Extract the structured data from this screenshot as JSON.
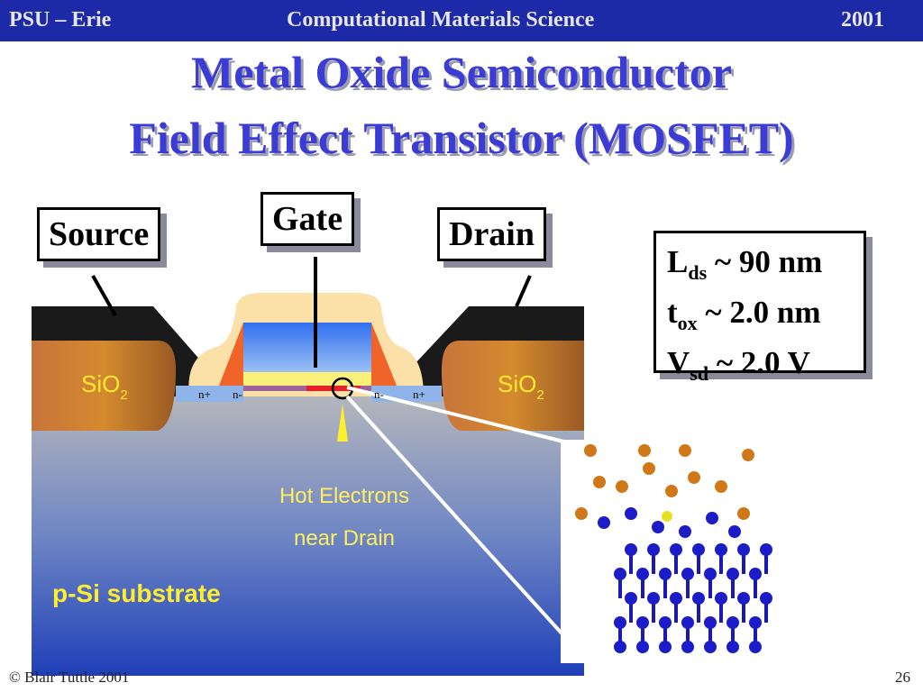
{
  "header": {
    "left": "PSU – Erie",
    "center": "Computational Materials Science",
    "right": "2001"
  },
  "title": {
    "line1": "Metal Oxide Semiconductor",
    "line2": "Field Effect Transistor (MOSFET)"
  },
  "labels": {
    "source": "Source",
    "gate": "Gate",
    "drain": "Drain"
  },
  "diagram": {
    "sio2": "SiO",
    "sio2_sub": "2",
    "n_plus": "n+",
    "n_minus": "n-",
    "hot_electrons_1": "Hot Electrons",
    "hot_electrons_2": "near Drain",
    "substrate": "p-Si substrate"
  },
  "params": [
    {
      "sym": "L",
      "sub": "ds",
      "val": " ~ 90 nm"
    },
    {
      "sym": "t",
      "sub": "ox",
      "val": " ~ 2.0 nm"
    },
    {
      "sym": "V",
      "sub": "sd",
      "val": " ~ 2.0 V"
    }
  ],
  "footer": {
    "copyright": "© Blair Tuttle 2001",
    "page": "26"
  }
}
